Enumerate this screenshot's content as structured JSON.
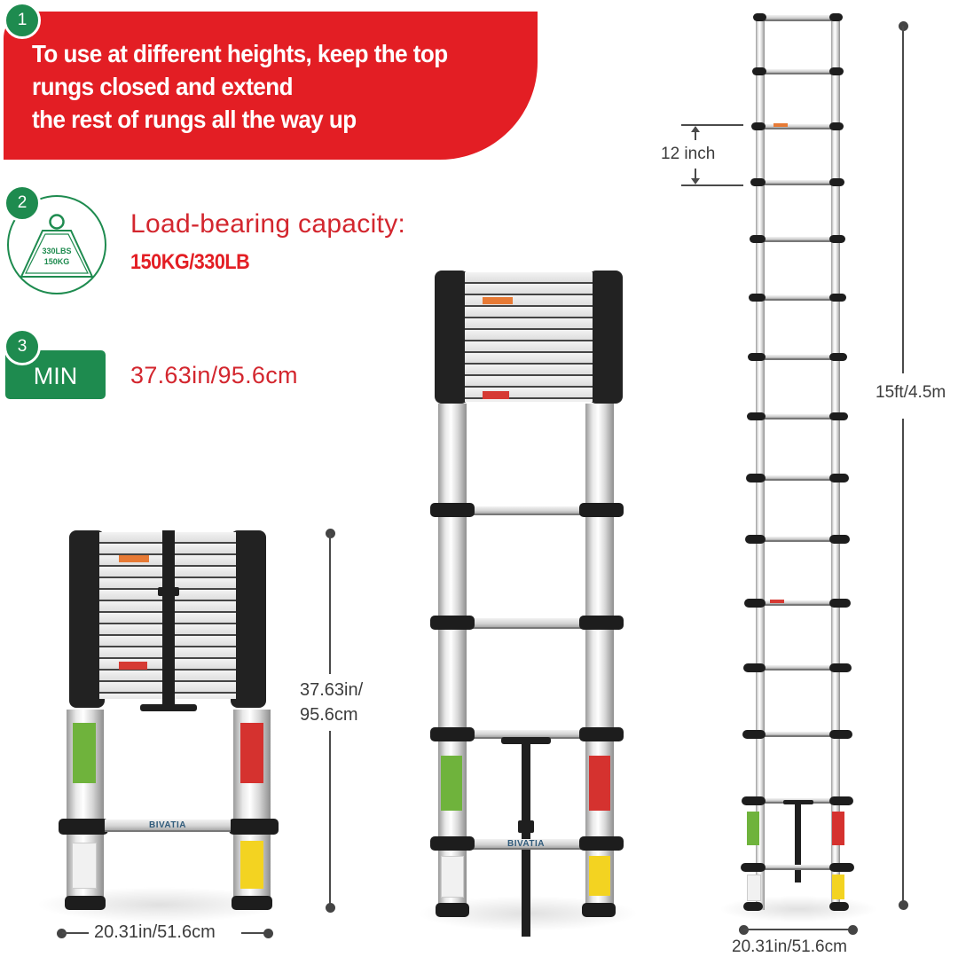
{
  "features": [
    {
      "number": "1",
      "lines": [
        "To use at different heights, keep the top",
        "rungs closed and extend",
        "the rest of rungs all the way up"
      ],
      "background_color": "#e31e24"
    },
    {
      "number": "2",
      "icon": "weight-icon",
      "icon_text": [
        "330LBS",
        "150KG"
      ],
      "label": "Load-bearing capacity:",
      "value": "150KG/330LB"
    },
    {
      "number": "3",
      "badge": "MIN",
      "value": "37.63in/95.6cm"
    }
  ],
  "colors": {
    "accent_green": "#1e8b4f",
    "accent_red": "#e31e24",
    "dimension_gray": "#4a4a4a"
  },
  "ladders": {
    "collapsed": {
      "height_label_line1": "37.63in/",
      "height_label_line2": "95.6cm",
      "width_label": "20.31in/51.6cm",
      "brand": "BIVATIA"
    },
    "partial": {
      "brand": "BIVATIA"
    },
    "extended": {
      "rung_spacing_label": "12 inch",
      "height_label": "15ft/4.5m",
      "width_label": "20.31in/51.6cm"
    }
  }
}
